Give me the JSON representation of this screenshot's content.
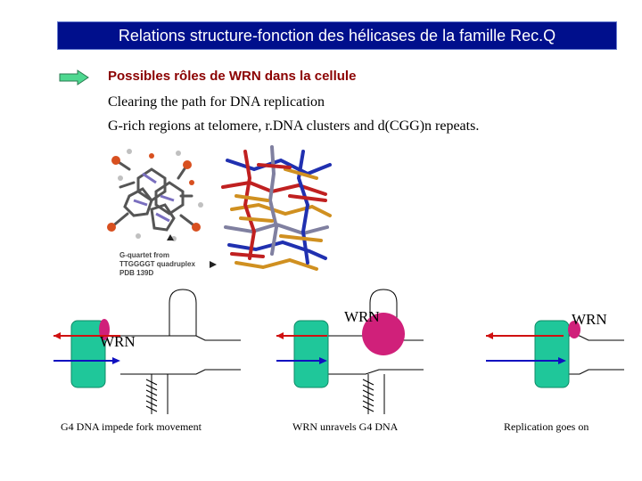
{
  "title": "Relations structure-fonction des hélicases de la famille Rec.Q",
  "subtitle": "Possibles rôles de WRN dans la cellule",
  "bullets": [
    "Clearing the path for DNA replication",
    "G-rich regions at telomere, r.DNA clusters and d(CGG)n repeats."
  ],
  "molecule_caption": [
    "G-quartet from",
    "TTGGGGT quadruplex",
    "PDB 139D"
  ],
  "panels": [
    {
      "label": "G4 DNA impede fork movement",
      "protein": "WRN"
    },
    {
      "label": "WRN unravels G4 DNA",
      "protein": "WRN"
    },
    {
      "label": "Replication goes on",
      "protein": "WRN"
    }
  ],
  "colors": {
    "title_bg": "#000f8c",
    "subtitle": "#8b0000",
    "polymerase": "#1fc79a",
    "wrn": "#d0207a",
    "strand_red": "#d01010",
    "strand_blue": "#1010c0"
  }
}
